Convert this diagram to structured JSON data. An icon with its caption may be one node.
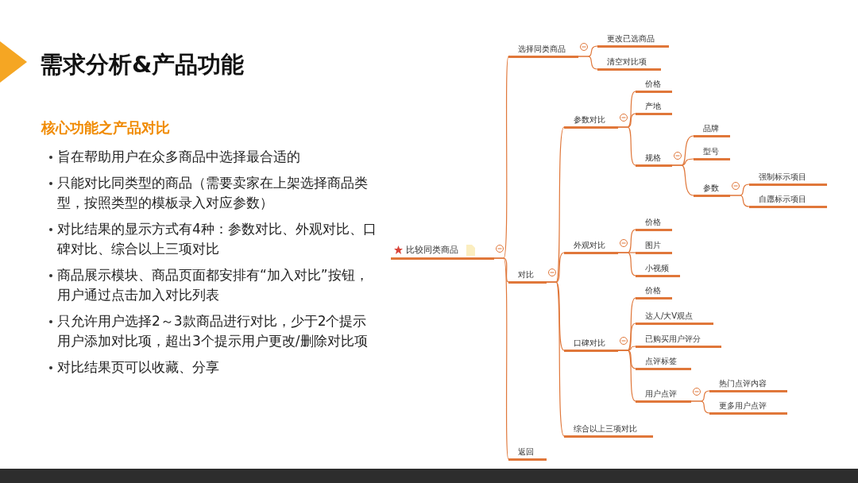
{
  "diagram": {
    "title": "需求分析&产品功能",
    "nodes": [
      {
        "text": [
          "比较同类商品"
        ]
      },
      {
        "text": [
          "选择同类商品"
        ]
      },
      {
        "text": [
          "更改已选商品"
        ]
      },
      {
        "text": [
          "清空对比项"
        ]
      },
      {
        "text": [
          "对比"
        ]
      },
      {
        "text": [
          "参数对比"
        ]
      },
      {
        "text": [
          "价格"
        ]
      },
      {
        "text": [
          "产地"
        ]
      },
      {
        "text": [
          "规格"
        ]
      },
      {
        "text": [
          "品牌"
        ]
      },
      {
        "text": [
          "型号"
        ]
      },
      {
        "text": [
          "参数"
        ]
      },
      {
        "text": [
          "强制标示项目"
        ]
      },
      {
        "text": [
          "自愿标示项目"
        ]
      },
      {
        "text": [
          "外观对比"
        ]
      },
      {
        "text": [
          "价格"
        ]
      },
      {
        "text": [
          "图片"
        ]
      },
      {
        "text": [
          "小视频"
        ]
      },
      {
        "text": [
          "口碑对比"
        ]
      },
      {
        "text": [
          "价格"
        ]
      },
      {
        "text": [
          "达人/大V观点"
        ]
      },
      {
        "text": [
          "已购买用户评分"
        ]
      },
      {
        "text": [
          "点评标签"
        ]
      },
      {
        "text": [
          "用户点评"
        ]
      },
      {
        "text": [
          "热门点评内容"
        ]
      },
      {
        "text": [
          "更多用户点评"
        ]
      },
      {
        "text": [
          "综合以上三项对比"
        ]
      },
      {
        "text": [
          "返回"
        ]
      }
    ],
    "edges": [
      {
        "from": 0,
        "to": 1,
        "arrow": "none"
      },
      {
        "from": 1,
        "to": 2,
        "arrow": "none"
      },
      {
        "from": 1,
        "to": 3,
        "arrow": "none"
      },
      {
        "from": 0,
        "to": 4,
        "arrow": "none"
      },
      {
        "from": 4,
        "to": 5,
        "arrow": "none"
      },
      {
        "from": 5,
        "to": 6,
        "arrow": "none"
      },
      {
        "from": 5,
        "to": 7,
        "arrow": "none"
      },
      {
        "from": 5,
        "to": 8,
        "arrow": "none"
      },
      {
        "from": 8,
        "to": 9,
        "arrow": "none"
      },
      {
        "from": 8,
        "to": 10,
        "arrow": "none"
      },
      {
        "from": 8,
        "to": 11,
        "arrow": "none"
      },
      {
        "from": 11,
        "to": 12,
        "arrow": "none"
      },
      {
        "from": 11,
        "to": 13,
        "arrow": "none"
      },
      {
        "from": 4,
        "to": 14,
        "arrow": "none"
      },
      {
        "from": 14,
        "to": 15,
        "arrow": "none"
      },
      {
        "from": 14,
        "to": 16,
        "arrow": "none"
      },
      {
        "from": 14,
        "to": 17,
        "arrow": "none"
      },
      {
        "from": 4,
        "to": 18,
        "arrow": "none"
      },
      {
        "from": 18,
        "to": 19,
        "arrow": "none"
      },
      {
        "from": 18,
        "to": 20,
        "arrow": "none"
      },
      {
        "from": 18,
        "to": 21,
        "arrow": "none"
      },
      {
        "from": 18,
        "to": 22,
        "arrow": "none"
      },
      {
        "from": 18,
        "to": 23,
        "arrow": "none"
      },
      {
        "from": 23,
        "to": 24,
        "arrow": "none"
      },
      {
        "from": 23,
        "to": 25,
        "arrow": "none"
      },
      {
        "from": 4,
        "to": 26,
        "arrow": "none"
      },
      {
        "from": 0,
        "to": 27,
        "arrow": "none"
      }
    ],
    "labels": [
      "核心功能之产品对比",
      "旨在帮助用户在众多商品中选择最合适的",
      "只能对比同类型的商品（需要卖家在上架选择商品类型，按照类型的模板录入对应参数）",
      "对比结果的显示方式有4种：参数对比、外观对比、口碑对比、综合以上三项对比",
      "商品展示模块、商品页面都安排有“加入对比”按钮，用户通过点击加入对比列表",
      "只允许用户选择2～3款商品进行对比，少于2个提示用户添加对比项，超出3个提示用户更改/删除对比项",
      "对比结果页可以收藏、分享"
    ]
  }
}
